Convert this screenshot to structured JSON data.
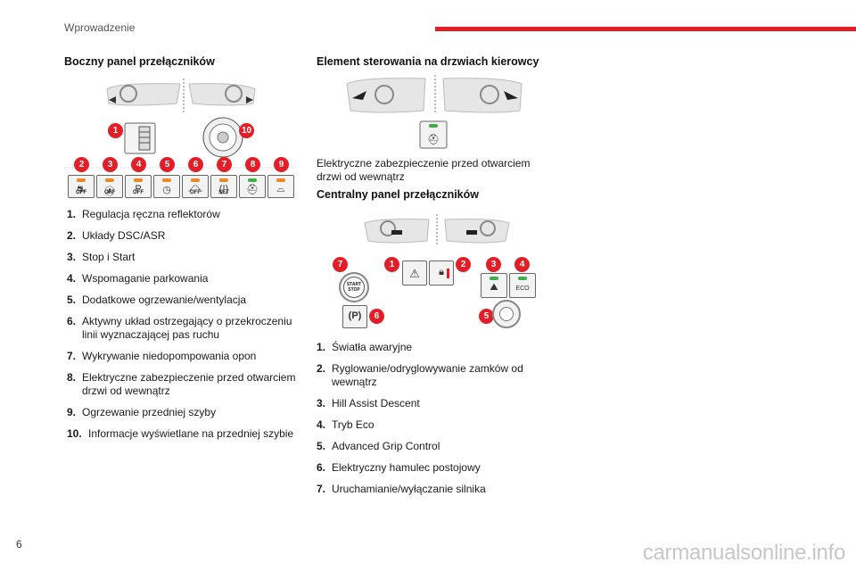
{
  "header": {
    "section_title": "Wprowadzenie",
    "accent_color": "#e41e26"
  },
  "page_number": "6",
  "watermark": "carmanualsonline.info",
  "left": {
    "heading": "Boczny panel przełączników",
    "items": [
      {
        "num": "1.",
        "text": "Regulacja ręczna reflektorów"
      },
      {
        "num": "2.",
        "text": "Układy DSC/ASR"
      },
      {
        "num": "3.",
        "text": "Stop i Start"
      },
      {
        "num": "4.",
        "text": "Wspomaganie parkowania"
      },
      {
        "num": "5.",
        "text": "Dodatkowe ogrzewanie/wentylacja"
      },
      {
        "num": "6.",
        "text": "Aktywny układ ostrzegający o przekroczeniu linii wyznaczającej pas ruchu"
      },
      {
        "num": "7.",
        "text": "Wykrywanie niedopompowania opon"
      },
      {
        "num": "8.",
        "text": "Elektryczne zabezpieczenie przed otwarciem drzwi od wewnątrz"
      },
      {
        "num": "9.",
        "text": "Ogrzewanie przedniej szyby"
      },
      {
        "num": "10.",
        "text": "Informacje wyświetlane na przedniej szybie"
      }
    ],
    "figure": {
      "badges": [
        "1",
        "10",
        "2",
        "3",
        "4",
        "5",
        "6",
        "7",
        "8",
        "9"
      ],
      "switch_labels": [
        "OFF",
        "OFF",
        "OFF",
        "",
        "OFF",
        "SET",
        "",
        ""
      ]
    }
  },
  "right": {
    "heading1": "Element sterowania na drzwiach kierowcy",
    "door_text": "Elektryczne zabezpieczenie przed otwarciem drzwi od wewnątrz",
    "heading2": "Centralny panel przełączników",
    "items": [
      {
        "num": "1.",
        "text": "Światła awaryjne"
      },
      {
        "num": "2.",
        "text": "Ryglowanie/odryglowywanie zamków od wewnątrz"
      },
      {
        "num": "3.",
        "text": "Hill Assist Descent"
      },
      {
        "num": "4.",
        "text": "Tryb Eco"
      },
      {
        "num": "5.",
        "text": "Advanced Grip Control"
      },
      {
        "num": "6.",
        "text": "Elektryczny hamulec postojowy"
      },
      {
        "num": "7.",
        "text": "Uruchamianie/wyłączanie silnika"
      }
    ],
    "figure": {
      "badges": [
        "7",
        "1",
        "2",
        "3",
        "4",
        "6",
        "5"
      ],
      "start_label": "START STOP",
      "park_label": "P",
      "eco_label": "ECO"
    }
  },
  "colors": {
    "badge": "#e41e26",
    "led_orange": "#e8892b",
    "led_green": "#3fae49"
  }
}
